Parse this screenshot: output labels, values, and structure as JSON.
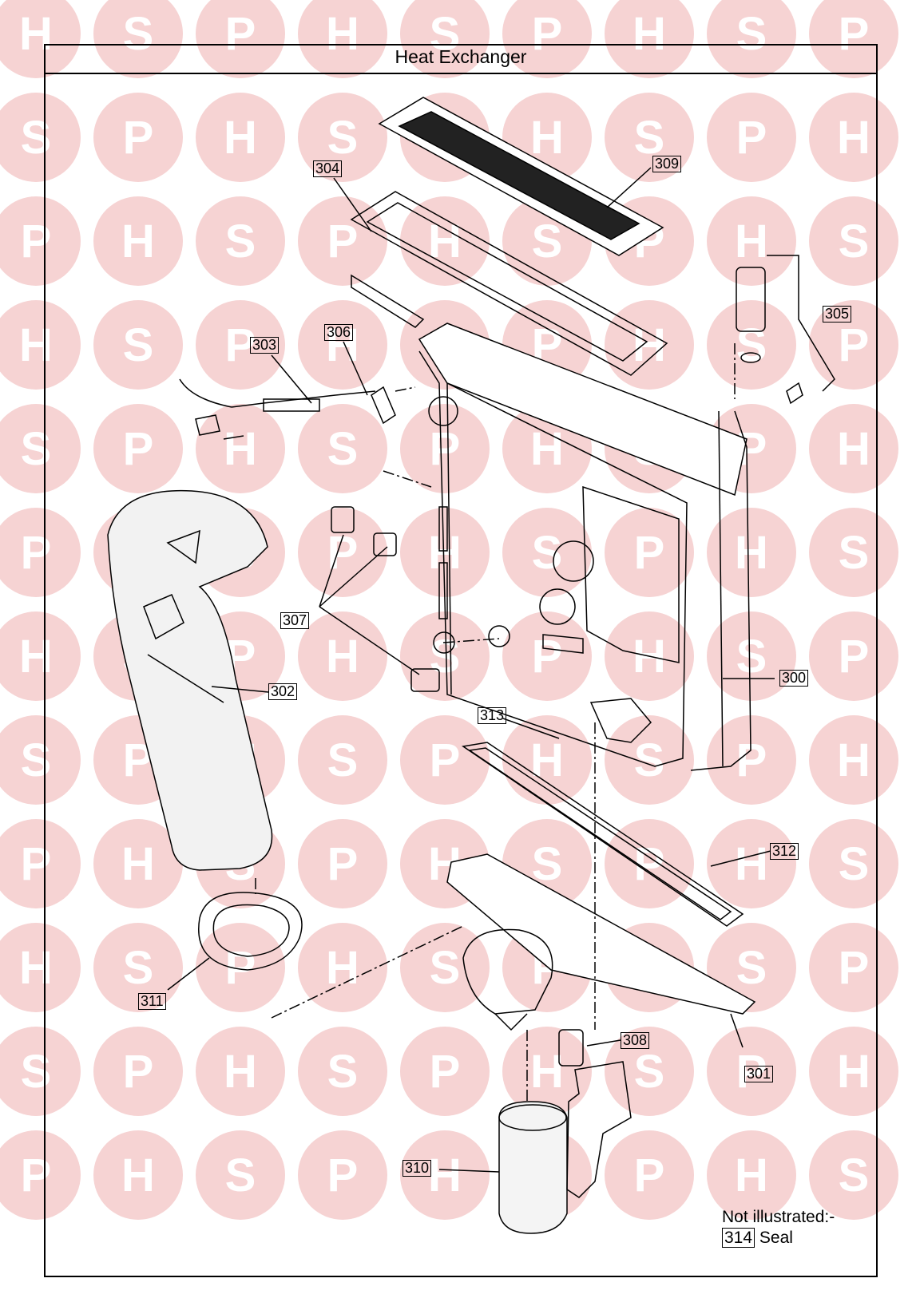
{
  "title": "Heat Exchanger",
  "watermark": {
    "letters": [
      "H",
      "S",
      "P"
    ],
    "color": "#f6d3d3"
  },
  "parts": {
    "p300": "300",
    "p301": "301",
    "p302": "302",
    "p303": "303",
    "p304": "304",
    "p305": "305",
    "p306": "306",
    "p307": "307",
    "p308": "308",
    "p309": "309",
    "p310": "310",
    "p311": "311",
    "p312": "312",
    "p313": "313"
  },
  "note": {
    "heading": "Not illustrated:-",
    "code": "314",
    "desc": "Seal"
  }
}
